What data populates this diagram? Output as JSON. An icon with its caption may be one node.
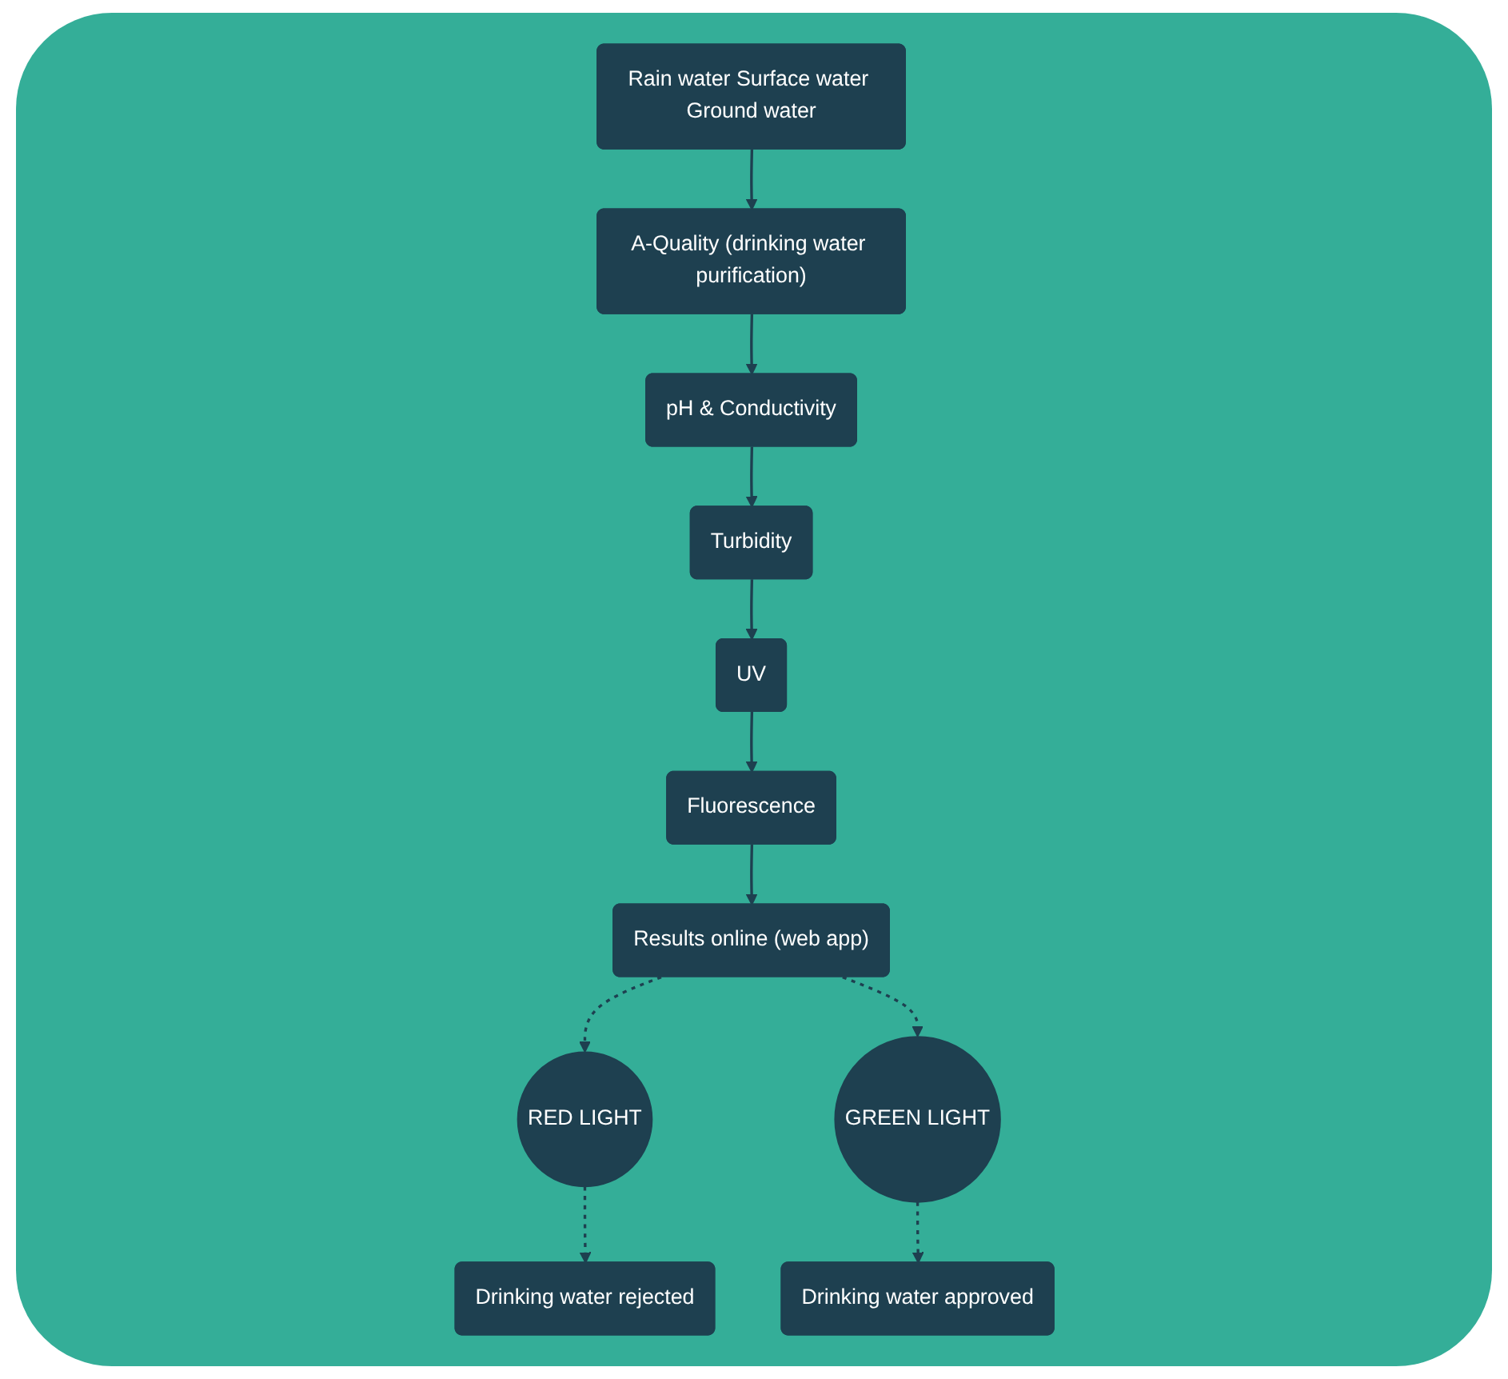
{
  "diagram": {
    "nodes": [
      {
        "text": [
          "Rain water Surface water Ground water"
        ]
      },
      {
        "text": [
          "A-Quality (drinking water purification)"
        ]
      },
      {
        "text": [
          "pH & Conductivity"
        ]
      },
      {
        "text": [
          "Turbidity"
        ]
      },
      {
        "text": [
          "UV"
        ]
      },
      {
        "text": [
          "Fluorescence"
        ]
      },
      {
        "text": [
          "Results online (web app)"
        ]
      },
      {
        "text": [
          "RED LIGHT"
        ]
      },
      {
        "text": [
          "GREEN LIGHT"
        ]
      },
      {
        "text": [
          "Drinking water rejected"
        ]
      },
      {
        "text": [
          "Drinking water approved"
        ]
      }
    ],
    "edges": [
      {
        "from": 0,
        "to": 1,
        "arrow": "to"
      },
      {
        "from": 1,
        "to": 2,
        "arrow": "to"
      },
      {
        "from": 2,
        "to": 3,
        "arrow": "to"
      },
      {
        "from": 3,
        "to": 4,
        "arrow": "to"
      },
      {
        "from": 4,
        "to": 5,
        "arrow": "to"
      },
      {
        "from": 5,
        "to": 6,
        "arrow": "to"
      },
      {
        "from": 6,
        "to": 7,
        "arrow": "to",
        "style": "dashed"
      },
      {
        "from": 6,
        "to": 8,
        "arrow": "to",
        "style": "dashed"
      },
      {
        "from": 7,
        "to": 9,
        "arrow": "to",
        "style": "dashed"
      },
      {
        "from": 8,
        "to": 10,
        "arrow": "to",
        "style": "dashed"
      }
    ]
  }
}
